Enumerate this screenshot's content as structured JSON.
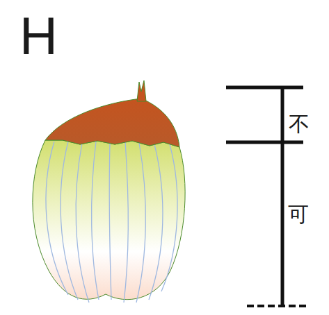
{
  "diagram": {
    "labels": [
      "H",
      "不",
      "可"
    ]
  }
}
